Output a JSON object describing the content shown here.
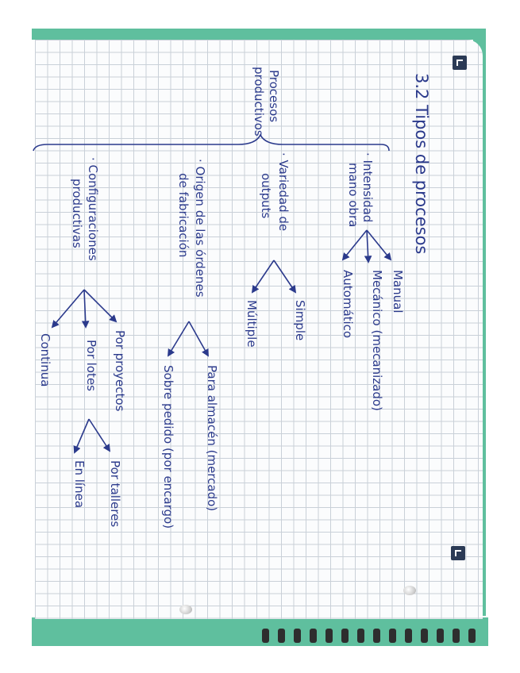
{
  "heading": "3.2 Tipos de procesos",
  "root": {
    "line1": "Procesos",
    "line2": "productivos"
  },
  "categories": [
    {
      "label1": "· Intensidad",
      "label2": "mano obra",
      "children": [
        "Manual",
        "Mecánico (mecanizado)",
        "Automático"
      ]
    },
    {
      "label1": "· Variedad de",
      "label2": "outputs",
      "children": [
        "Simple",
        "Múltiple"
      ]
    },
    {
      "label1": "· Origen de las órdenes",
      "label2": "de fabricación",
      "children": [
        "Para almacén (mercado)",
        "Sobre pedido (por encargo)"
      ]
    },
    {
      "label1": "· Configuraciones",
      "label2": "productivas",
      "children": [
        "Por proyectos",
        "Por lotes",
        "Continua"
      ],
      "sub": [
        "Por talleres",
        "En línea"
      ]
    }
  ],
  "colors": {
    "ink": "#2b3a8c",
    "cover": "#5fbf9e",
    "grid": "#c9d0d8"
  }
}
